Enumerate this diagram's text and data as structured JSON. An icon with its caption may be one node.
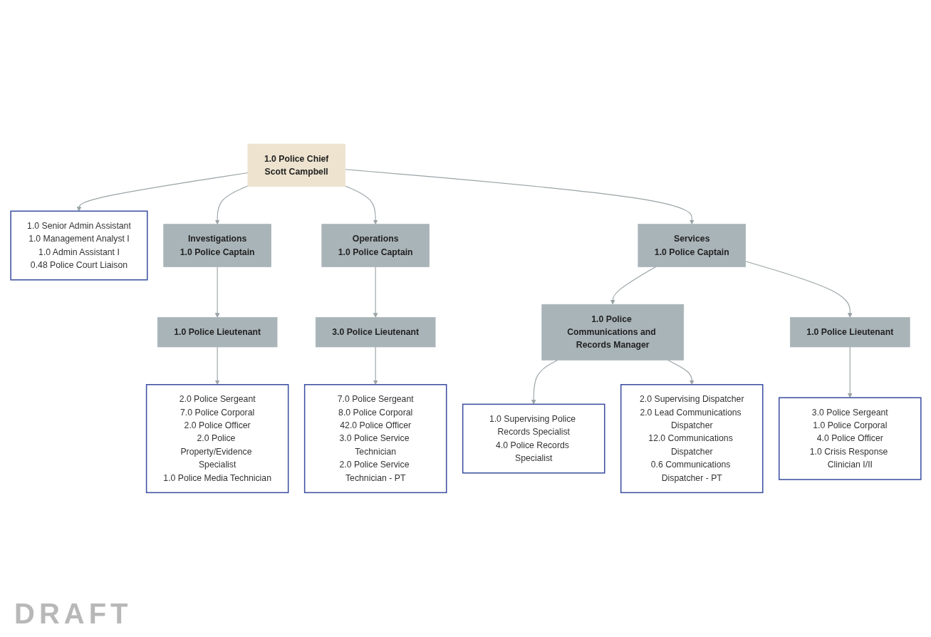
{
  "diagram": {
    "nodes": [
      {
        "text": [
          "1.0 Police Chief",
          "Scott Campbell"
        ]
      },
      {
        "text": [
          "1.0 Senior Admin Assistant",
          "1.0 Management Analyst I",
          "1.0 Admin Assistant I",
          "0.48 Police Court Liaison"
        ]
      },
      {
        "text": [
          "Investigations",
          "1.0 Police Captain"
        ]
      },
      {
        "text": [
          "Operations",
          "1.0 Police Captain"
        ]
      },
      {
        "text": [
          "Services",
          "1.0 Police Captain"
        ]
      },
      {
        "text": [
          "1.0 Police Lieutenant"
        ]
      },
      {
        "text": [
          "3.0 Police Lieutenant"
        ]
      },
      {
        "text": [
          "1.0 Police Communications and Records Manager"
        ]
      },
      {
        "text": [
          "1.0 Police Lieutenant"
        ]
      },
      {
        "text": [
          "2.0 Police Sergeant",
          "7.0 Police Corporal",
          "2.0 Police Officer",
          "2.0 Police Property/Evidence Specialist",
          "1.0 Police Media Technician"
        ]
      },
      {
        "text": [
          "7.0 Police Sergeant",
          "8.0 Police Corporal",
          "42.0 Police Officer",
          "3.0 Police Service Technician",
          "2.0 Police Service Technician - PT"
        ]
      },
      {
        "text": [
          "3.0 Police Sergeant",
          "1.0 Police Corporal",
          "4.0 Police Officer",
          "1.0 Crisis Response Clinician I/II"
        ]
      },
      {
        "text": [
          "1.0 Supervising Police Records Specialist",
          "4.0 Police Records Specialist"
        ]
      },
      {
        "text": [
          "2.0 Supervising Dispatcher",
          "2.0 Lead Communications Dispatcher",
          "12.0 Communications Dispatcher",
          "0.6 Communications Dispatcher - PT"
        ]
      }
    ],
    "edges": [
      {
        "from": 0,
        "to": 1,
        "arrow": "to"
      },
      {
        "from": 0,
        "to": 2,
        "arrow": "to"
      },
      {
        "from": 0,
        "to": 3,
        "arrow": "to"
      },
      {
        "from": 0,
        "to": 4,
        "arrow": "to"
      },
      {
        "from": 2,
        "to": 5,
        "arrow": "to"
      },
      {
        "from": 3,
        "to": 6,
        "arrow": "to"
      },
      {
        "from": 4,
        "to": 7,
        "arrow": "to"
      },
      {
        "from": 4,
        "to": 8,
        "arrow": "to"
      },
      {
        "from": 5,
        "to": 9,
        "arrow": "to"
      },
      {
        "from": 6,
        "to": 10,
        "arrow": "to"
      },
      {
        "from": 8,
        "to": 11,
        "arrow": "to"
      },
      {
        "from": 7,
        "to": 12,
        "arrow": "to"
      },
      {
        "from": 7,
        "to": 13,
        "arrow": "to"
      }
    ],
    "labels": [
      "DRAFT"
    ]
  }
}
